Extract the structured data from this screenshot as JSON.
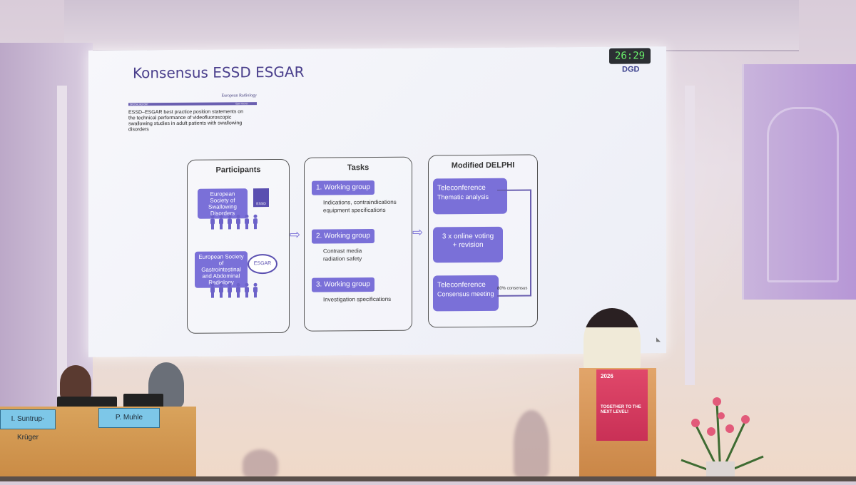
{
  "slide": {
    "title": "Konsensus ESSD ESGAR",
    "timer": "26:29",
    "logo": "DGD",
    "paper": {
      "journal": "European Radiology",
      "tag_left": "SPECIAL REPORT",
      "tag_right": "Open Access",
      "title": "ESSD–ESGAR best practice position statements on the technical performance of videofluoroscopic swallowing studies in adult patients with swallowing disorders"
    },
    "participants": {
      "heading": "Participants",
      "org1": "European Society of Swallowing Disorders",
      "org1_logo": "ESSD",
      "org2": "European Society of Gastrointestinal and Abdominal Radiology",
      "org2_logo": "ESGAR",
      "people_icon": "person-group-icon"
    },
    "tasks": {
      "heading": "Tasks",
      "groups": [
        {
          "label": "1. Working group",
          "desc1": "Indications, contraindications",
          "desc2": "equipment specifications"
        },
        {
          "label": "2. Working group",
          "desc1": "Contrast media",
          "desc2": "radiation safety"
        },
        {
          "label": "3. Working group",
          "desc1": "Investigation specifications",
          "desc2": ""
        }
      ]
    },
    "delphi": {
      "heading": "Modified DELPHI",
      "steps": [
        {
          "line1": "Teleconference",
          "line2": "Thematic analysis"
        },
        {
          "line1": "3 x online voting",
          "line2": "+ revision"
        },
        {
          "line1": "Teleconference",
          "line2": "Consensus meeting"
        }
      ],
      "consensus": "80% consensus"
    }
  },
  "stage": {
    "nameplate_left": "I. Suntrup-Krüger",
    "nameplate_right": "P. Muhle",
    "banner_year": "2026",
    "banner_slogan": "TOGETHER TO THE NEXT LEVEL!"
  }
}
